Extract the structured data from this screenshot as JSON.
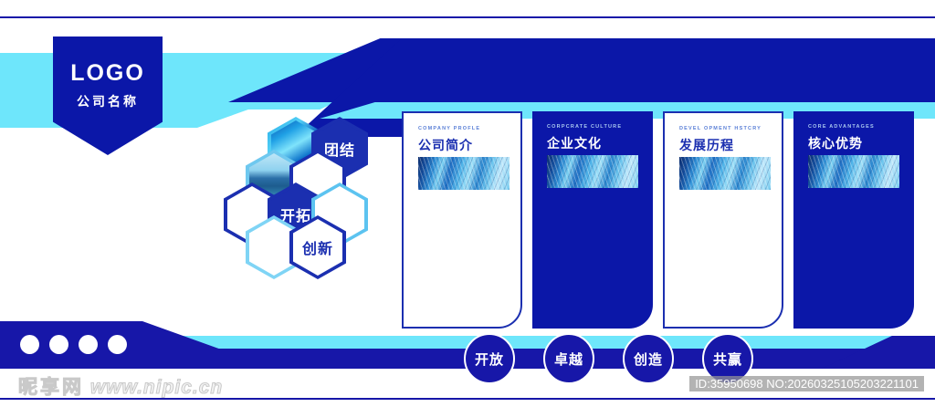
{
  "brand": {
    "logo_text": "LOGO",
    "company_name": "公司名称",
    "accent_blue": "#0b17a8",
    "accent_cyan": "#6ee6fb",
    "accent_mid_blue": "#1b2fb0"
  },
  "hexagons": [
    {
      "name": "hex-image-tech",
      "label": "",
      "style": "img1"
    },
    {
      "name": "hex-unity",
      "label": "团结",
      "style": "dark"
    },
    {
      "name": "hex-image-city",
      "label": "",
      "style": "img2"
    },
    {
      "name": "hex-empty-1",
      "label": "",
      "style": "outline-dark"
    },
    {
      "name": "hex-empty-2",
      "label": "",
      "style": "outline-dark"
    },
    {
      "name": "hex-pioneer",
      "label": "开拓",
      "style": "dark"
    },
    {
      "name": "hex-empty-3",
      "label": "",
      "style": "outline-light"
    },
    {
      "name": "hex-empty-4",
      "label": "",
      "style": "outline-lighter"
    },
    {
      "name": "hex-innovation",
      "label": "创新",
      "style": "outline-dark"
    }
  ],
  "panels": [
    {
      "english": "COMPANY PROFLE",
      "chinese": "公司简介",
      "theme": "light"
    },
    {
      "english": "CORPCRATE CULTURE",
      "chinese": "企业文化",
      "theme": "dark"
    },
    {
      "english": "DEVEL OPMENT HSTCRY",
      "chinese": "发展历程",
      "theme": "light"
    },
    {
      "english": "CORE ADVANTAGES",
      "chinese": "核心优势",
      "theme": "dark"
    }
  ],
  "badges": [
    {
      "label": "开放"
    },
    {
      "label": "卓越"
    },
    {
      "label": "创造"
    },
    {
      "label": "共赢"
    }
  ],
  "watermark": {
    "site_cjk": "昵享网",
    "site_url": "www.nipic.cn",
    "id_line": "ID:35950698 NO:20260325105203221101"
  }
}
